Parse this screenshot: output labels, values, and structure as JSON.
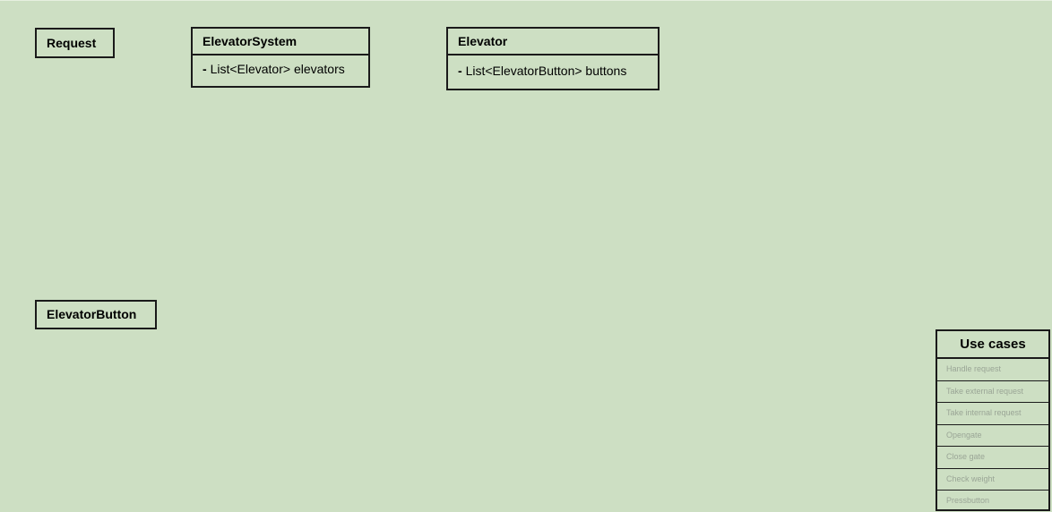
{
  "classes": {
    "request": {
      "name": "Request"
    },
    "elevator_system": {
      "name": "ElevatorSystem",
      "attributes": [
        {
          "visibility": "-",
          "text": "List<Elevator> elevators"
        }
      ]
    },
    "elevator": {
      "name": "Elevator",
      "attributes": [
        {
          "visibility": "-",
          "text": "List<ElevatorButton> buttons"
        }
      ]
    },
    "elevator_button": {
      "name": "ElevatorButton"
    }
  },
  "use_cases": {
    "title": "Use cases",
    "items": [
      "Handle request",
      "Take external request",
      "Take internal request",
      "Opengate",
      "Close gate",
      "Check weight",
      "Pressbutton"
    ]
  },
  "colors": {
    "background": "#cddfc3",
    "border": "#1a1a1a",
    "use_case_text": "#9aa596"
  }
}
